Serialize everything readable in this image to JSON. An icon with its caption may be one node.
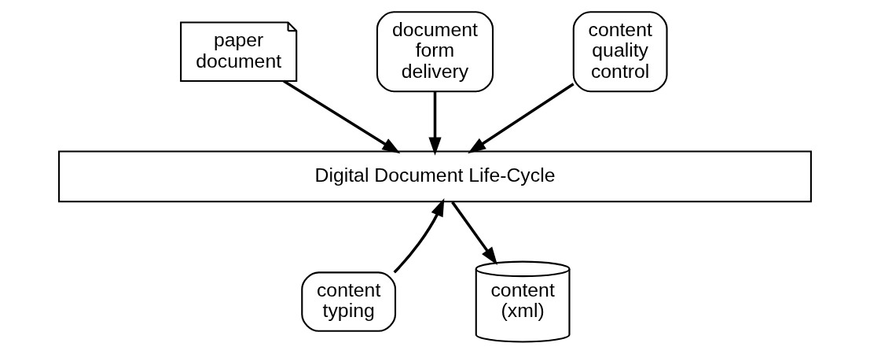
{
  "diagram": {
    "nodes": [
      {
        "text": [
          "paper document"
        ]
      },
      {
        "text": [
          "document form delivery"
        ]
      },
      {
        "text": [
          "content quality control"
        ]
      },
      {
        "text": [
          "Digital Document Life-Cycle"
        ]
      },
      {
        "text": [
          "content typing"
        ]
      },
      {
        "text": [
          "content (xml)"
        ]
      }
    ],
    "edges": [
      {
        "from": 0,
        "to": 3,
        "arrow": "to"
      },
      {
        "from": 1,
        "to": 3,
        "arrow": "to"
      },
      {
        "from": 2,
        "to": 3,
        "arrow": "to"
      },
      {
        "from": 4,
        "to": 3,
        "arrow": "to"
      },
      {
        "from": 3,
        "to": 5,
        "arrow": "to"
      }
    ]
  }
}
